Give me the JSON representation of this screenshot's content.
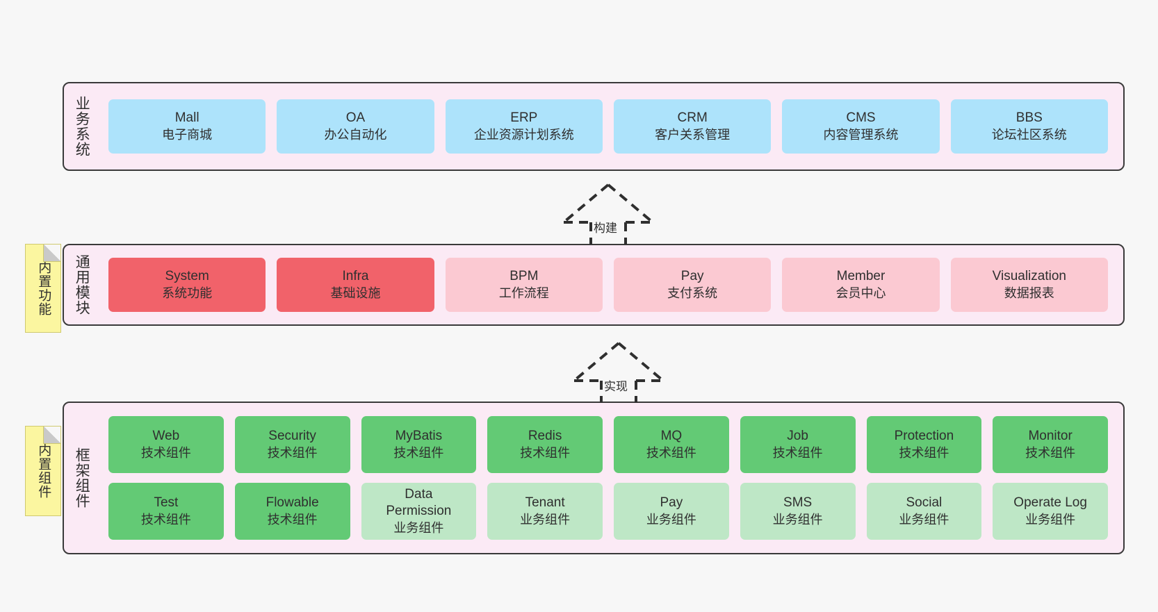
{
  "layers": [
    {
      "id": "business-system",
      "title": "业务系统",
      "rows": [
        [
          {
            "name": "Mall",
            "sub": "电子商城",
            "color": "blue"
          },
          {
            "name": "OA",
            "sub": "办公自动化",
            "color": "blue"
          },
          {
            "name": "ERP",
            "sub": "企业资源计划系统",
            "color": "blue"
          },
          {
            "name": "CRM",
            "sub": "客户关系管理",
            "color": "blue"
          },
          {
            "name": "CMS",
            "sub": "内容管理系统",
            "color": "blue"
          },
          {
            "name": "BBS",
            "sub": "论坛社区系统",
            "color": "blue"
          }
        ]
      ]
    },
    {
      "id": "common-module",
      "title": "通用模块",
      "note": "内置功能",
      "rows": [
        [
          {
            "name": "System",
            "sub": "系统功能",
            "color": "red"
          },
          {
            "name": "Infra",
            "sub": "基础设施",
            "color": "red"
          },
          {
            "name": "BPM",
            "sub": "工作流程",
            "color": "pink"
          },
          {
            "name": "Pay",
            "sub": "支付系统",
            "color": "pink"
          },
          {
            "name": "Member",
            "sub": "会员中心",
            "color": "pink"
          },
          {
            "name": "Visualization",
            "sub": "数据报表",
            "color": "pink"
          }
        ]
      ]
    },
    {
      "id": "framework-component",
      "title": "框架组件",
      "note": "内置组件",
      "rows": [
        [
          {
            "name": "Web",
            "sub": "技术组件",
            "color": "green"
          },
          {
            "name": "Security",
            "sub": "技术组件",
            "color": "green"
          },
          {
            "name": "MyBatis",
            "sub": "技术组件",
            "color": "green"
          },
          {
            "name": "Redis",
            "sub": "技术组件",
            "color": "green"
          },
          {
            "name": "MQ",
            "sub": "技术组件",
            "color": "green"
          },
          {
            "name": "Job",
            "sub": "技术组件",
            "color": "green"
          },
          {
            "name": "Protection",
            "sub": "技术组件",
            "color": "green"
          },
          {
            "name": "Monitor",
            "sub": "技术组件",
            "color": "green"
          }
        ],
        [
          {
            "name": "Test",
            "sub": "技术组件",
            "color": "green"
          },
          {
            "name": "Flowable",
            "sub": "技术组件",
            "color": "green"
          },
          {
            "name": "Data Permission",
            "sub": "业务组件",
            "color": "lgreen"
          },
          {
            "name": "Tenant",
            "sub": "业务组件",
            "color": "lgreen"
          },
          {
            "name": "Pay",
            "sub": "业务组件",
            "color": "lgreen"
          },
          {
            "name": "SMS",
            "sub": "业务组件",
            "color": "lgreen"
          },
          {
            "name": "Social",
            "sub": "业务组件",
            "color": "lgreen"
          },
          {
            "name": "Operate Log",
            "sub": "业务组件",
            "color": "lgreen"
          }
        ]
      ]
    }
  ],
  "arrows": [
    {
      "id": "build-arrow",
      "label": "构建"
    },
    {
      "id": "implement-arrow",
      "label": "实现"
    }
  ],
  "colors": {
    "panel_bg": "#fbeaf5",
    "panel_border": "#3a3a3a",
    "blue": "#ade3fb",
    "red": "#f1626a",
    "pink": "#fbc9d2",
    "green": "#63ca75",
    "light_green": "#bee7c6",
    "note_bg": "#fbf6a0",
    "canvas_bg": "#f7f7f7"
  }
}
